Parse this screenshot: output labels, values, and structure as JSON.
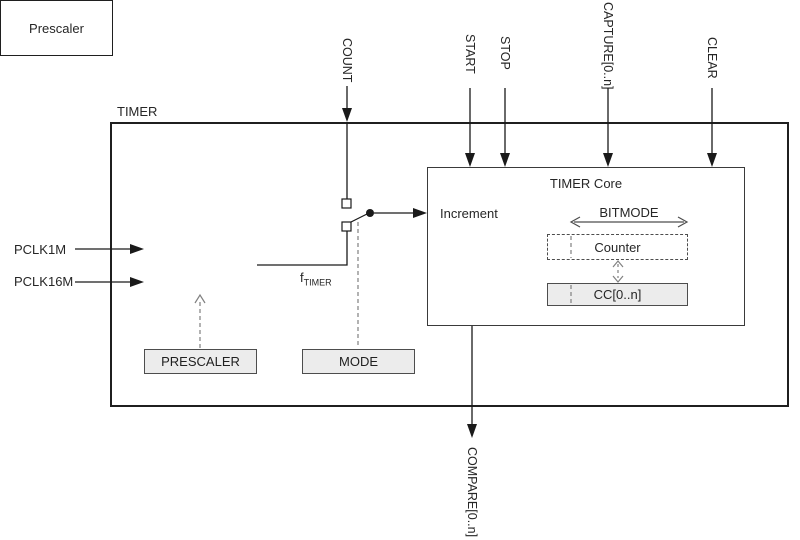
{
  "diagram": {
    "title": "TIMER",
    "core_title": "TIMER Core"
  },
  "inputs": [
    {
      "label": "PCLK1M"
    },
    {
      "label": "PCLK16M"
    }
  ],
  "top_signals": [
    {
      "label": "COUNT"
    },
    {
      "label": "START"
    },
    {
      "label": "STOP"
    },
    {
      "label": "CAPTURE[0..n]"
    },
    {
      "label": "CLEAR"
    }
  ],
  "bottom_signals": [
    {
      "label": "COMPARE[0..n]"
    }
  ],
  "blocks": {
    "prescaler": {
      "label": "Prescaler"
    },
    "increment": {
      "label": "Increment"
    },
    "bitmode": {
      "label": "BITMODE"
    },
    "counter": {
      "label": "Counter"
    },
    "cc": {
      "label": "CC[0..n]"
    }
  },
  "registers": [
    {
      "label": "PRESCALER"
    },
    {
      "label": "MODE"
    }
  ],
  "signals": {
    "ftimer_base": "f",
    "ftimer_sub": "TIMER"
  },
  "colors": {
    "line": "#1a1a1a",
    "dashed_line": "#808080",
    "register_fill": "#ececec",
    "register_border": "#4d4d4d",
    "background": "#ffffff"
  }
}
